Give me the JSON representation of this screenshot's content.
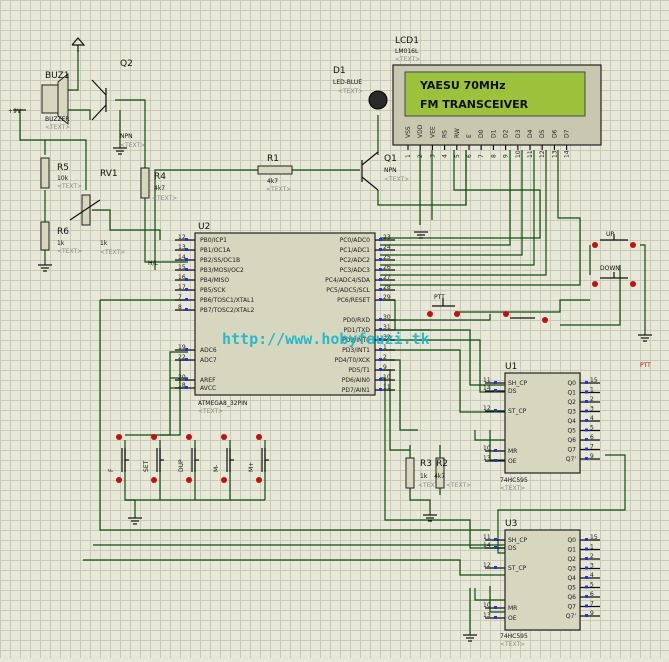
{
  "lcd": {
    "ref": "LCD1",
    "part": "LM016L",
    "line1": "YAESU 70MHz",
    "line2": "FM TRANSCEIVER",
    "pins": [
      "VSS",
      "VDD",
      "VEE",
      "RS",
      "RW",
      "E",
      "D0",
      "D1",
      "D2",
      "D3",
      "D4",
      "D5",
      "D6",
      "D7"
    ],
    "nums": [
      "1",
      "2",
      "3",
      "4",
      "5",
      "6",
      "7",
      "8",
      "9",
      "10",
      "11",
      "12",
      "13",
      "14"
    ]
  },
  "buzzer": {
    "ref": "BUZ1",
    "part": "BUZZER"
  },
  "q2": {
    "ref": "Q2",
    "part": "NPN"
  },
  "q1": {
    "ref": "Q1",
    "part": "NPN"
  },
  "d1": {
    "ref": "D1",
    "part": "LED-BLUE"
  },
  "supply": "+9V",
  "r5": {
    "ref": "R5",
    "val": "10k"
  },
  "r6": {
    "ref": "R6",
    "val": "1k"
  },
  "rv1": {
    "ref": "RV1",
    "val": "1k"
  },
  "r4": {
    "ref": "R4",
    "val": "4k7"
  },
  "r1": {
    "ref": "R1",
    "val": "4k7"
  },
  "r3": {
    "ref": "R3",
    "val": "1k"
  },
  "r2": {
    "ref": "R2",
    "val": "4k7"
  },
  "hl": "H/L",
  "text_placeholder": "<TEXT>",
  "u2": {
    "ref": "U2",
    "part": "ATMEGA8_32PIN",
    "left": [
      [
        "12",
        "PB0/ICP1"
      ],
      [
        "13",
        "PB1/OC1A"
      ],
      [
        "14",
        "PB2/SS/OC1B"
      ],
      [
        "15",
        "PB3/MOSI/OC2"
      ],
      [
        "16",
        "PB4/MISO"
      ],
      [
        "17",
        "PB5/SCK"
      ],
      [
        "7",
        "PB6/TOSC1/XTAL1"
      ],
      [
        "8",
        "PB7/TOSC2/XTAL2"
      ],
      [
        "19",
        "ADC6"
      ],
      [
        "22",
        "ADC7"
      ],
      [
        "20",
        "AREF"
      ],
      [
        "18",
        "AVCC"
      ]
    ],
    "right": [
      [
        "23",
        "PC0/ADC0"
      ],
      [
        "24",
        "PC1/ADC1"
      ],
      [
        "25",
        "PC2/ADC2"
      ],
      [
        "26",
        "PC3/ADC3"
      ],
      [
        "27",
        "PC4/ADC4/SDA"
      ],
      [
        "28",
        "PC5/ADC5/SCL"
      ],
      [
        "29",
        "PC6/RESET"
      ],
      [
        "30",
        "PD0/RXD"
      ],
      [
        "31",
        "PD1/TXD"
      ],
      [
        "32",
        "PD2/INT0"
      ],
      [
        "1",
        "PD3/INT1"
      ],
      [
        "2",
        "PD4/T0/XCK"
      ],
      [
        "9",
        "PD5/T1"
      ],
      [
        "10",
        "PD6/AIN0"
      ],
      [
        "11",
        "PD7/AIN1"
      ]
    ]
  },
  "u1": {
    "ref": "U1",
    "part": "74HC595",
    "left": [
      [
        "11",
        "SH_CP"
      ],
      [
        "14",
        "DS"
      ],
      [
        "12",
        "ST_CP"
      ],
      [
        "10",
        "MR"
      ],
      [
        "13",
        "OE"
      ]
    ],
    "right": [
      [
        "15",
        "Q0"
      ],
      [
        "1",
        "Q1"
      ],
      [
        "2",
        "Q2"
      ],
      [
        "3",
        "Q3"
      ],
      [
        "4",
        "Q4"
      ],
      [
        "5",
        "Q5"
      ],
      [
        "6",
        "Q6"
      ],
      [
        "7",
        "Q7"
      ],
      [
        "9",
        "Q7'"
      ]
    ]
  },
  "u3": {
    "ref": "U3",
    "part": "74HC595"
  },
  "switches": [
    "F",
    "SET",
    "DUP",
    "M-",
    "M+"
  ],
  "ptt": "PTT",
  "up": "UP",
  "down": "DOWN",
  "ptt_label": "PTT",
  "watermark": "http://www.hobyfauzi.tk"
}
